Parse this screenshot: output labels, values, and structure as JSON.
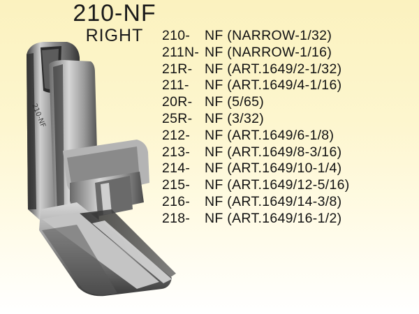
{
  "header": {
    "model": "210-NF",
    "side": "RIGHT"
  },
  "foot_engraving": "210-NF",
  "items": [
    {
      "code": "210-",
      "spec": "NF (NARROW-1/32)"
    },
    {
      "code": "211N-",
      "spec": "NF (NARROW-1/16)"
    },
    {
      "code": "21R-",
      "spec": "NF (ART.1649/2-1/32)"
    },
    {
      "code": "211-",
      "spec": "NF (ART.1649/4-1/16)"
    },
    {
      "code": "20R-",
      "spec": "NF (5/65)"
    },
    {
      "code": "25R-",
      "spec": "NF (3/32)"
    },
    {
      "code": "212-",
      "spec": "NF (ART.1649/6-1/8)"
    },
    {
      "code": "213-",
      "spec": "NF (ART.1649/8-3/16)"
    },
    {
      "code": "214-",
      "spec": "NF (ART.1649/10-1/4)"
    },
    {
      "code": "215-",
      "spec": "NF (ART.1649/12-5/16)"
    },
    {
      "code": "216-",
      "spec": "NF (ART.1649/14-3/8)"
    },
    {
      "code": "218-",
      "spec": "NF (ART.1649/16-1/2)"
    }
  ],
  "colors": {
    "background_top": "#fbf2bf",
    "background_bottom": "#ffffff",
    "text": "#111111",
    "metal": "#8c8c8c"
  }
}
